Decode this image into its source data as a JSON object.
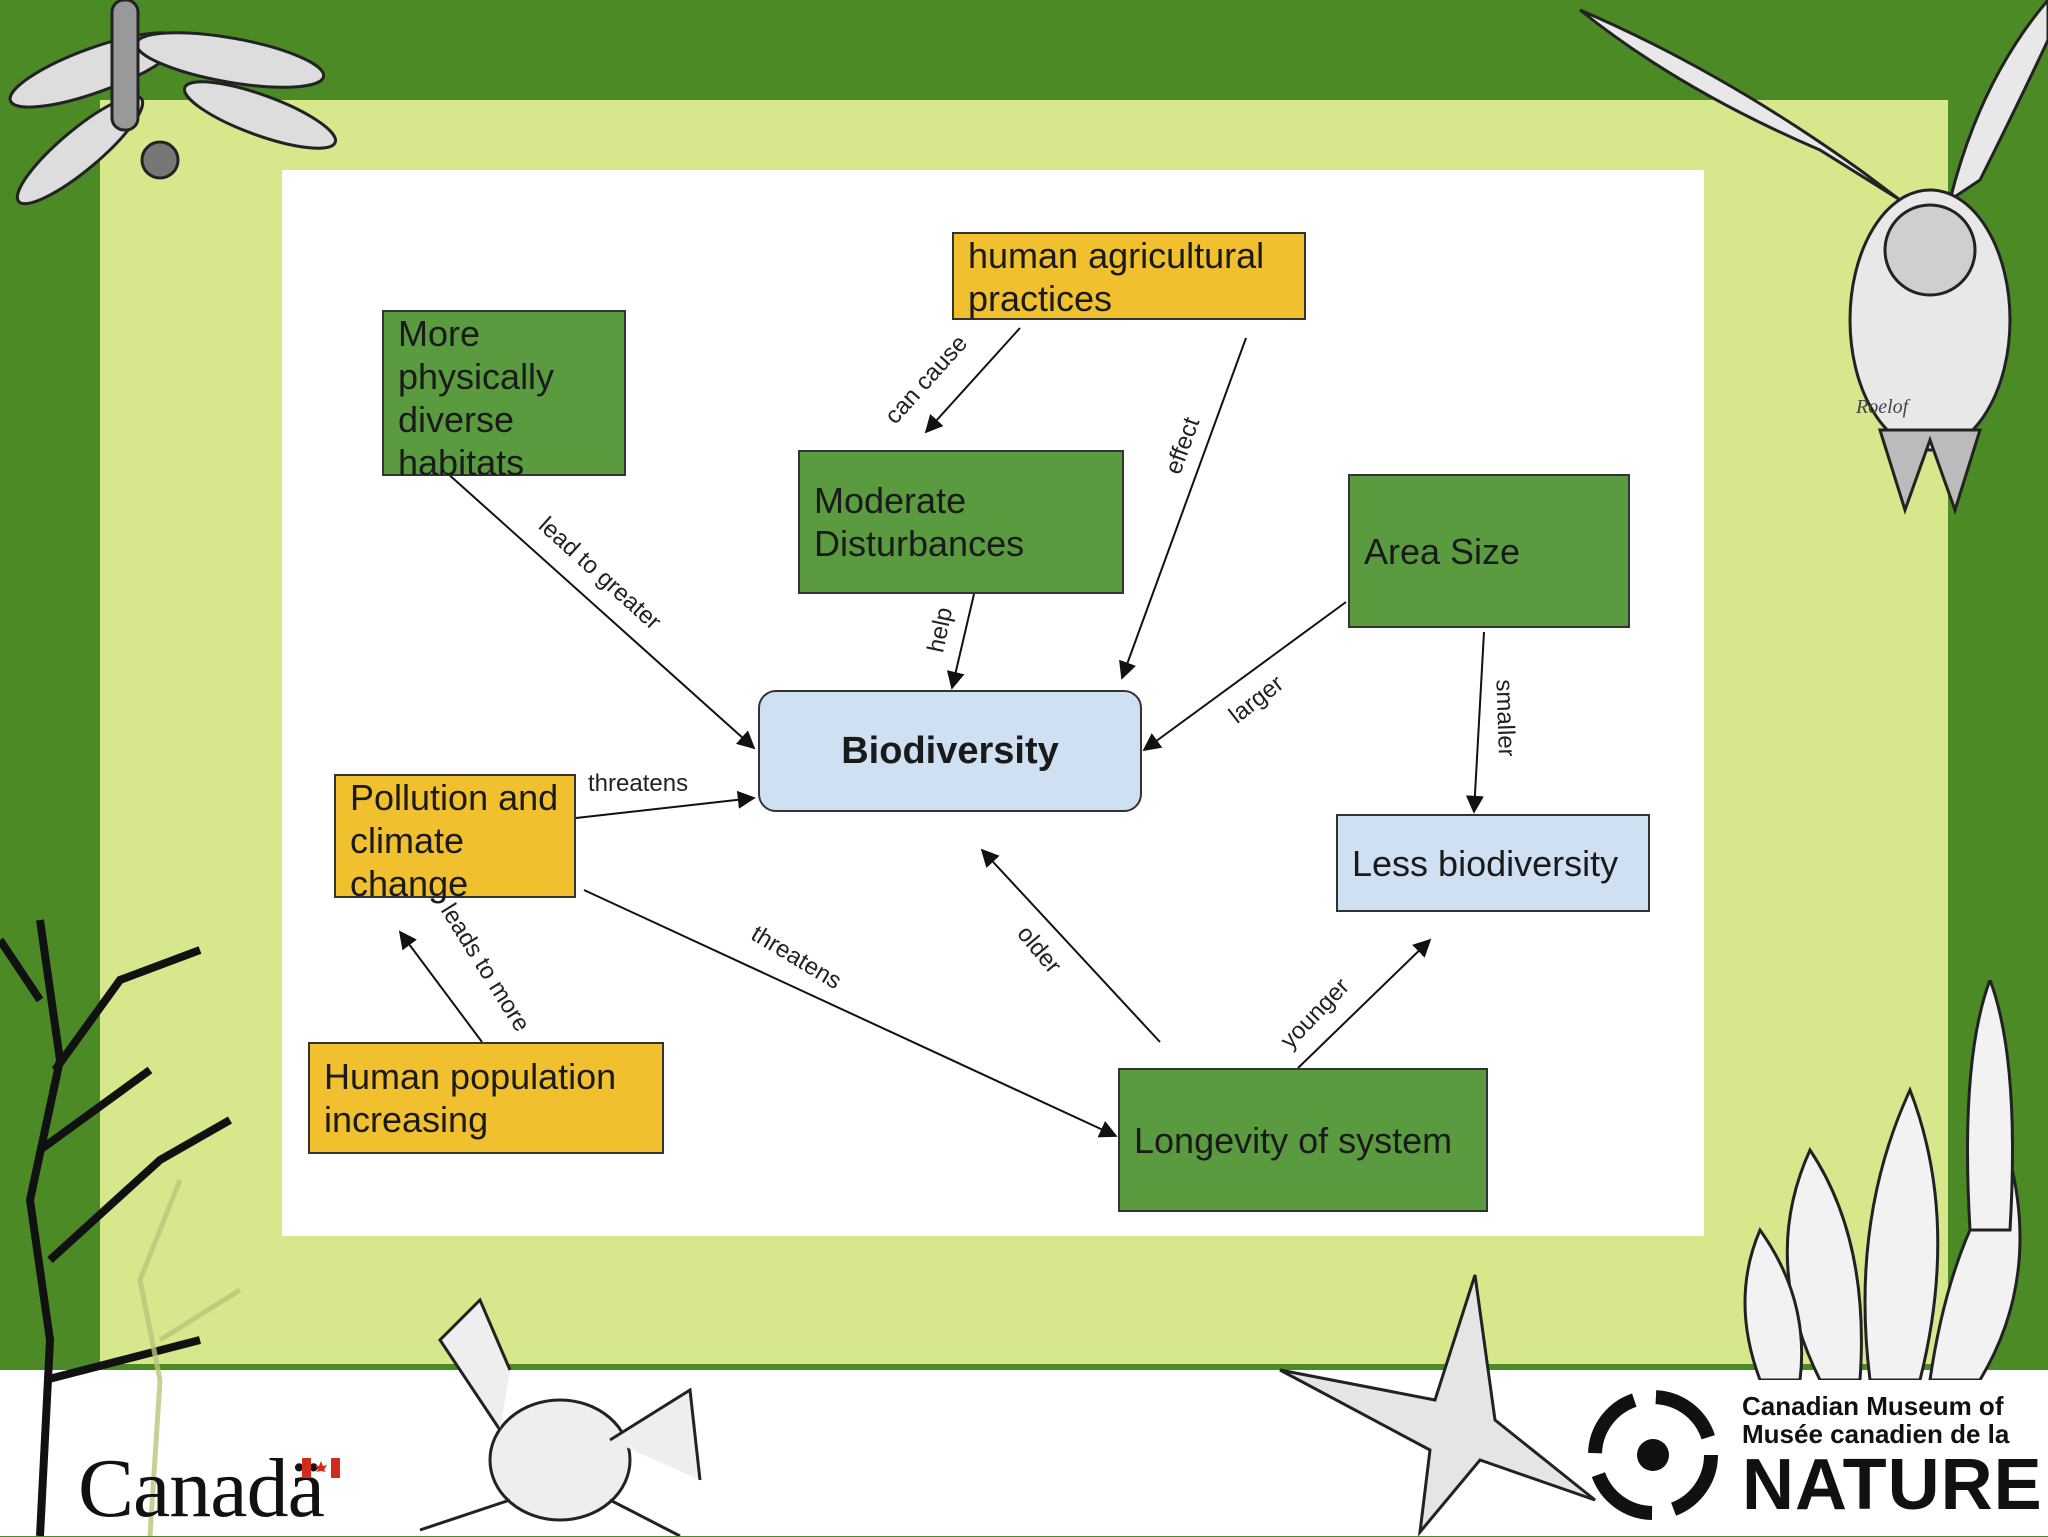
{
  "nodes": {
    "biodiversity": "Biodiversity",
    "habitats": "More physically diverse habitats",
    "agri": "human agricultural practices",
    "moderate": "Moderate Disturbances",
    "area": "Area Size",
    "pollution": "Pollution and climate change",
    "less": "Less biodiversity",
    "population": "Human population increasing",
    "longevity": "Longevity of system"
  },
  "edges": {
    "can_cause": "can cause",
    "effect": "effect",
    "help": "help",
    "lead_to_greater": "lead to greater",
    "larger": "larger",
    "smaller": "smaller",
    "threatens_1": "threatens",
    "threatens_2": "threatens",
    "leads_to_more": "leads to more",
    "older": "older",
    "younger": "younger"
  },
  "footer": {
    "canada": "Canadä",
    "museum_line1": "Canadian Museum of",
    "museum_line2": "Musée canadien de la",
    "museum_line3": "NATURE"
  },
  "signature": "Roelof",
  "colors": {
    "frame_green": "#4b8a25",
    "frame_light": "#d7e88c",
    "node_green": "#5a9b40",
    "node_gold": "#f0c02e",
    "node_blue": "#cfe0f3"
  }
}
